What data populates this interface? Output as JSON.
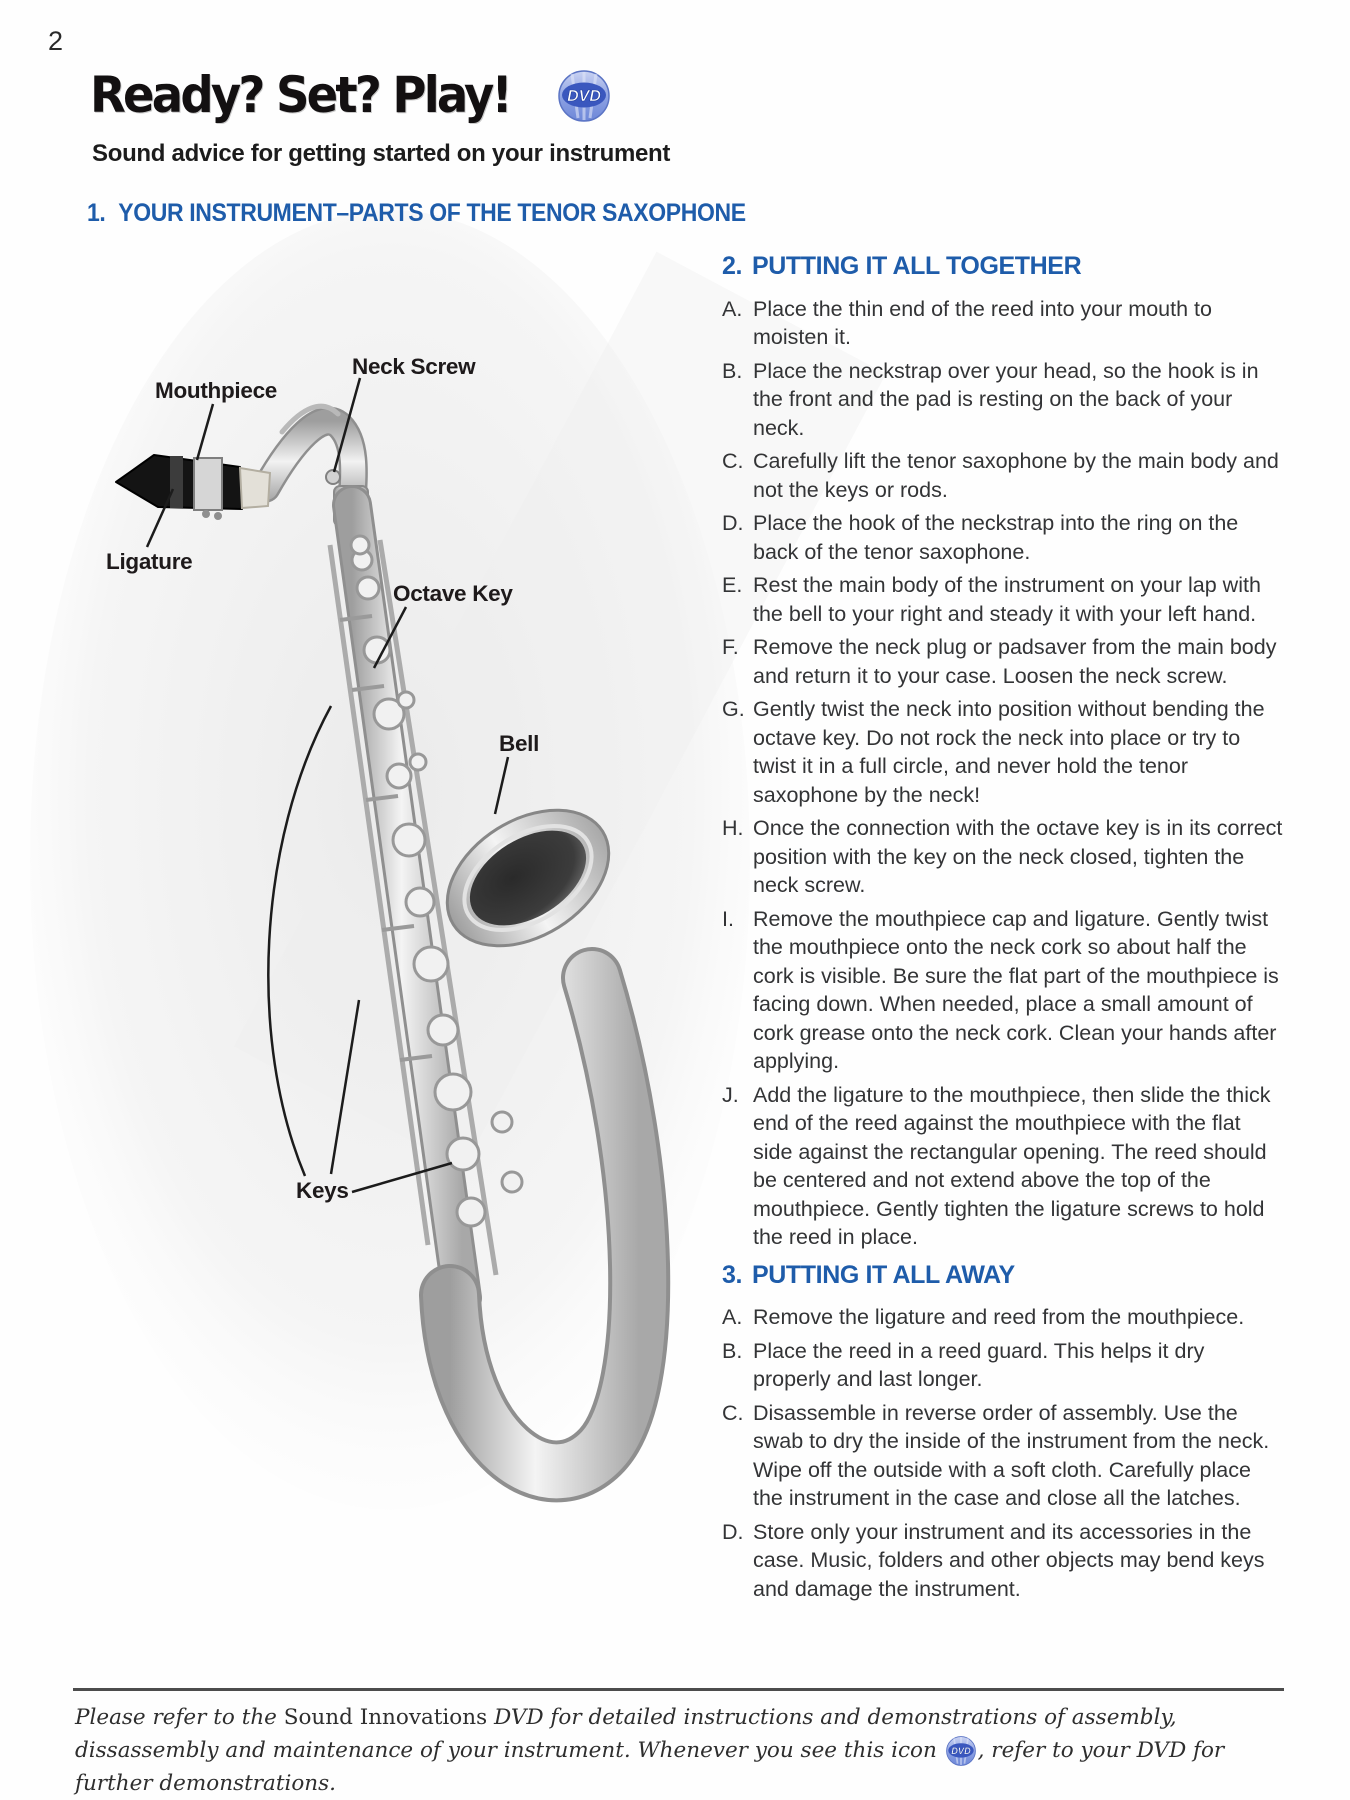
{
  "page_number": "2",
  "header": {
    "title": "Ready? Set? Play!",
    "dvd_badge_label": "DVD",
    "subtitle": "Sound advice for getting started on your instrument"
  },
  "section1": {
    "num": "1.",
    "title": "YOUR INSTRUMENT–PARTS OF THE TENOR SAXOPHONE"
  },
  "diagram_labels": {
    "mouthpiece": "Mouthpiece",
    "neck_screw": "Neck Screw",
    "ligature": "Ligature",
    "octave_key": "Octave Key",
    "bell": "Bell",
    "keys": "Keys"
  },
  "section2": {
    "num": "2.",
    "title": "PUTTING IT ALL TOGETHER",
    "items": [
      {
        "letter": "A.",
        "text": "Place the thin end of the reed into your mouth to moisten it."
      },
      {
        "letter": "B.",
        "text": "Place the neckstrap over your head, so the hook is in the front and the pad is resting on the back of your neck."
      },
      {
        "letter": "C.",
        "text": "Carefully lift the tenor saxophone by the main body and not the keys or rods."
      },
      {
        "letter": "D.",
        "text": "Place the hook of the neckstrap into the ring on the back of the tenor saxophone."
      },
      {
        "letter": "E.",
        "text": "Rest the main body of the instrument on your lap with the bell to your right and steady it with your left hand."
      },
      {
        "letter": "F.",
        "text": "Remove the neck plug or padsaver from the main body and return it to your case. Loosen the neck screw."
      },
      {
        "letter": "G.",
        "text": "Gently twist the neck into position without bending the octave key. Do not rock the neck into place or try to twist it in a full circle, and never hold the tenor saxophone by the neck!"
      },
      {
        "letter": "H.",
        "text": "Once the connection with the octave key is in its correct position with the key on the neck closed, tighten the neck screw."
      },
      {
        "letter": "I.",
        "text": "Remove the mouthpiece cap and ligature. Gently twist the mouthpiece onto the neck cork so about half the cork is visible. Be sure the flat part of the mouthpiece is facing down. When needed, place a small amount of cork grease onto the neck cork. Clean your hands after applying."
      },
      {
        "letter": "J.",
        "text": "Add the ligature to the mouthpiece, then slide the thick end of the reed against the mouthpiece with the flat side against the rectangular opening. The reed should be centered and not extend above the top of the mouthpiece. Gently tighten the ligature screws to hold the reed in place."
      }
    ]
  },
  "section3": {
    "num": "3.",
    "title": "PUTTING IT ALL AWAY",
    "items": [
      {
        "letter": "A.",
        "text": "Remove the ligature and reed from the mouthpiece."
      },
      {
        "letter": "B.",
        "text": "Place the reed in a reed guard. This helps it dry properly and last longer."
      },
      {
        "letter": "C.",
        "text": "Disassemble in reverse order of assembly. Use the swab to dry the inside of the instrument from the neck. Wipe off the outside with a soft cloth. Carefully place the instrument in the case and close all the latches."
      },
      {
        "letter": "D.",
        "text": "Store only your instrument and its accessories in the case. Music, folders and other objects may bend keys and damage the instrument."
      }
    ]
  },
  "footer": {
    "part1": "Please refer to the ",
    "part2": "Sound Innovations",
    "part3": " DVD for detailed instructions and demonstrations of assembly, dissassembly and maintenance of your instrument. Whenever you see this icon ",
    "dvd_badge_label": "DVD",
    "part4": ", refer to your DVD for further demonstrations."
  },
  "colors": {
    "heading_blue": "#1e5caa",
    "body_text": "#333436",
    "label_black": "#1e1a1b",
    "dvd_disc_light": "#c3cdf0",
    "dvd_disc_dark": "#5f7ad0",
    "dvd_band_blue": "#3a57be"
  }
}
